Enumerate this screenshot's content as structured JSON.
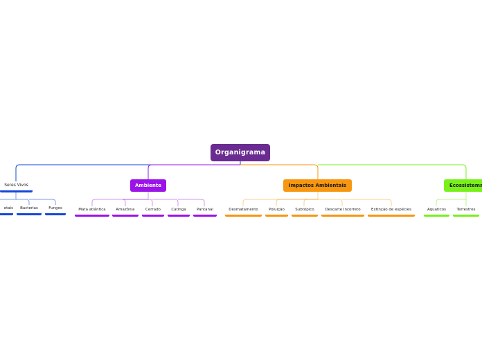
{
  "root": {
    "label": "Organigrama"
  },
  "branches": [
    {
      "label": "Seres Vivos",
      "color": "#1446d8",
      "style": "plain",
      "children": [
        "etais",
        "Bacterias",
        "Fungos"
      ]
    },
    {
      "label": "Ambiente",
      "color": "#9b13e8",
      "style": "box",
      "text_color": "#ffffff",
      "children": [
        "Mata atlântica",
        "Amazônia",
        "Cerrado",
        "Catinga",
        "Pantanal"
      ]
    },
    {
      "label": "Impactos Ambientais",
      "color": "#f7960f",
      "style": "box",
      "text_color": "#1a1a1a",
      "children": [
        "Desmatamento",
        "Poluição",
        "Subtópico",
        "Descarte Incorreto",
        "Extinção de espécies"
      ]
    },
    {
      "label": "Ecossistema",
      "color": "#78f01a",
      "style": "box",
      "text_color": "#1a1a1a",
      "children": [
        "Aquaticos",
        "Terrestres"
      ]
    }
  ]
}
